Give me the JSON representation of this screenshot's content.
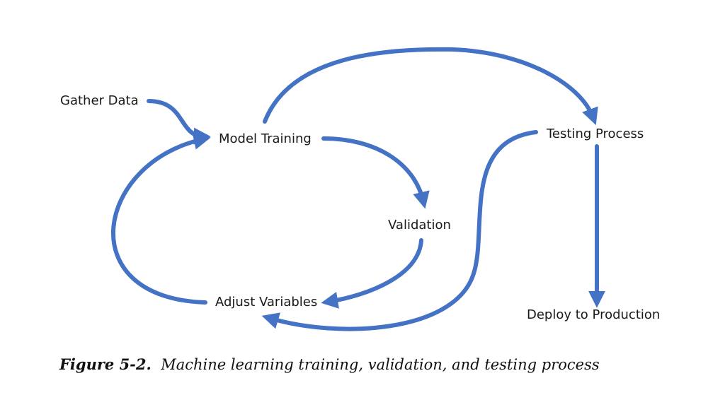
{
  "nodes": {
    "gather_data": "Gather Data",
    "model_training": "Model Training",
    "validation": "Validation",
    "adjust_variables": "Adjust Variables",
    "testing_process": "Testing Process",
    "deploy_to_production": "Deploy to Production"
  },
  "caption": {
    "figure_number": "Figure 5-2.",
    "text": "Machine learning training, validation, and testing process"
  },
  "colors": {
    "arrow": "#4472c4",
    "text": "#1a1a1a"
  },
  "edges": [
    {
      "from": "Gather Data",
      "to": "Model Training"
    },
    {
      "from": "Model Training",
      "to": "Validation"
    },
    {
      "from": "Validation",
      "to": "Adjust Variables"
    },
    {
      "from": "Adjust Variables",
      "to": "Model Training"
    },
    {
      "from": "Model Training",
      "to": "Testing Process"
    },
    {
      "from": "Testing Process",
      "to": "Adjust Variables"
    },
    {
      "from": "Testing Process",
      "to": "Deploy to Production"
    }
  ]
}
